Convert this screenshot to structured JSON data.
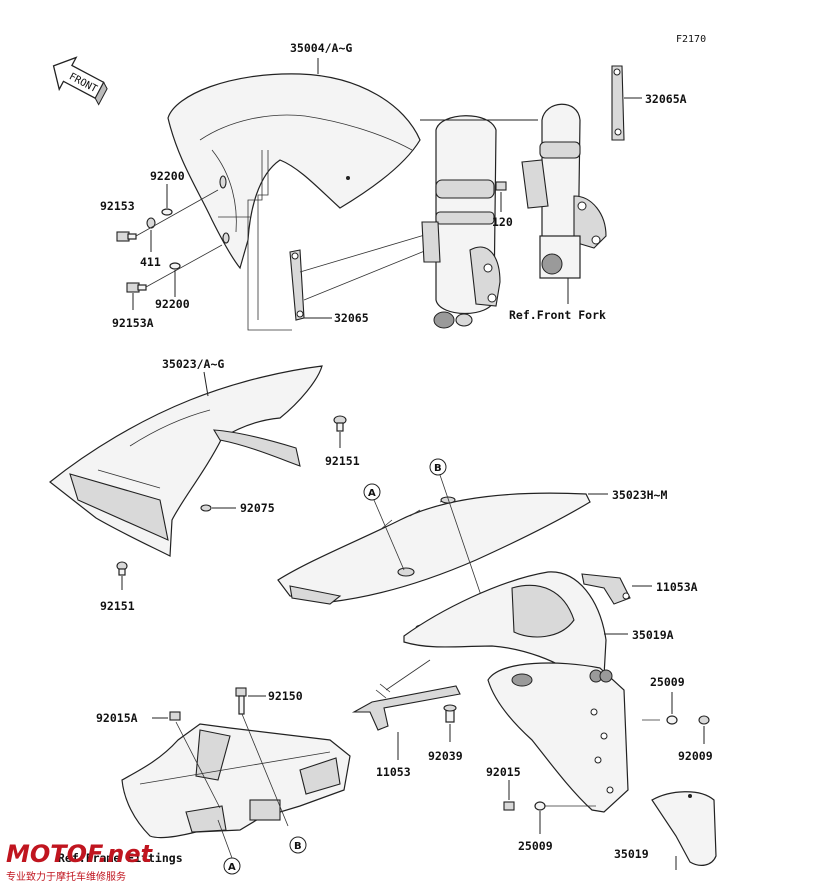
{
  "figure_code": "F2170",
  "front_label": "FRONT",
  "labels": {
    "p35004": "35004/A~G",
    "p32065A": "32065A",
    "p92200_top": "92200",
    "p92153": "92153",
    "p411": "411",
    "p92200_bot": "92200",
    "p92153A": "92153A",
    "p120": "120",
    "p32065": "32065",
    "ref_front_fork": "Ref.Front Fork",
    "p35023AG": "35023/A~G",
    "p92151_top": "92151",
    "p92075": "92075",
    "p92151_bot": "92151",
    "p35023HM": "35023H~M",
    "p11053A": "11053A",
    "p35019A": "35019A",
    "p25009_top": "25009",
    "p92009": "92009",
    "p92150": "92150",
    "p92015A": "92015A",
    "p11053": "11053",
    "p92039": "92039",
    "p92015": "92015",
    "p25009_bot": "25009",
    "p35019": "35019",
    "ref_frame_fittings": "Ref.Frame Fittings"
  },
  "callouts": {
    "a": "A",
    "b": "B"
  },
  "watermark": {
    "brand": "MOTOF.net",
    "tagline": "专业致力于摩托车维修服务"
  }
}
